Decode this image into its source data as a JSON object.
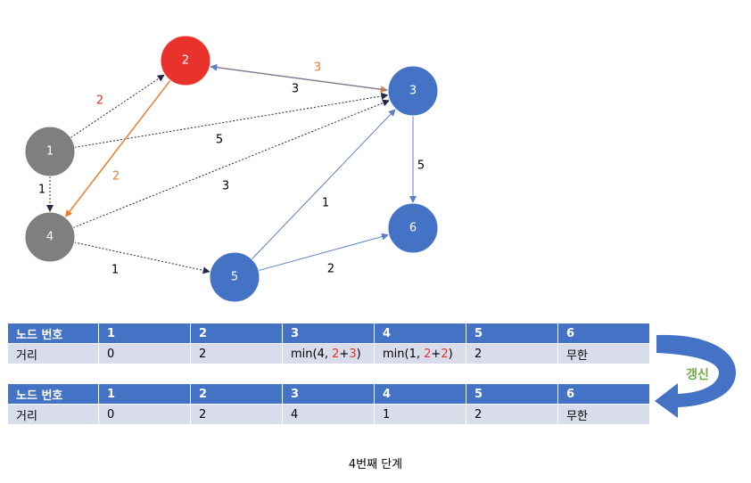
{
  "nodes": [
    {
      "id": "1",
      "label": "1",
      "color": "#7F7F7F"
    },
    {
      "id": "2",
      "label": "2",
      "color": "#E8322B"
    },
    {
      "id": "3",
      "label": "3",
      "color": "#4472C4"
    },
    {
      "id": "4",
      "label": "4",
      "color": "#7F7F7F"
    },
    {
      "id": "5",
      "label": "5",
      "color": "#4472C4"
    },
    {
      "id": "6",
      "label": "6",
      "color": "#4472C4"
    }
  ],
  "edges": [
    {
      "from": "1",
      "to": "2",
      "weight": "2",
      "style": "visited",
      "label_color": "#E8322B"
    },
    {
      "from": "1",
      "to": "3",
      "weight": "5",
      "style": "visited",
      "label_color": "#000000"
    },
    {
      "from": "1",
      "to": "4",
      "weight": "1",
      "style": "visited",
      "label_color": "#000000"
    },
    {
      "from": "2",
      "to": "3",
      "weight": "3",
      "style": "active",
      "label_color": "#ED7D31"
    },
    {
      "from": "2",
      "to": "4",
      "weight": "2",
      "style": "active",
      "label_color": "#ED7D31"
    },
    {
      "from": "3",
      "to": "2",
      "weight": "3",
      "style": "normal",
      "label_color": "#000000"
    },
    {
      "from": "3",
      "to": "6",
      "weight": "5",
      "style": "normal",
      "label_color": "#000000"
    },
    {
      "from": "4",
      "to": "3",
      "weight": "3",
      "style": "visited",
      "label_color": "#000000"
    },
    {
      "from": "4",
      "to": "5",
      "weight": "1",
      "style": "visited",
      "label_color": "#000000"
    },
    {
      "from": "5",
      "to": "3",
      "weight": "1",
      "style": "normal",
      "label_color": "#000000"
    },
    {
      "from": "5",
      "to": "6",
      "weight": "2",
      "style": "normal",
      "label_color": "#000000"
    }
  ],
  "edge_colors": {
    "visited": "#1F2A44",
    "active": "#ED7D31",
    "normal": "#5B7FC4"
  },
  "tables": {
    "before": {
      "header": [
        "노드 번호",
        "1",
        "2",
        "3",
        "4",
        "5",
        "6"
      ],
      "row_label": "거리",
      "values": [
        [
          {
            "t": "0"
          }
        ],
        [
          {
            "t": "2"
          }
        ],
        [
          {
            "t": "min(4, "
          },
          {
            "t": "2",
            "c": "red"
          },
          {
            "t": "+"
          },
          {
            "t": "3",
            "c": "red"
          },
          {
            "t": ")"
          }
        ],
        [
          {
            "t": "min(1, "
          },
          {
            "t": "2",
            "c": "red"
          },
          {
            "t": "+"
          },
          {
            "t": "2",
            "c": "red"
          },
          {
            "t": ")"
          }
        ],
        [
          {
            "t": "2"
          }
        ],
        [
          {
            "t": "무한"
          }
        ]
      ]
    },
    "after": {
      "header": [
        "노드 번호",
        "1",
        "2",
        "3",
        "4",
        "5",
        "6"
      ],
      "row_label": "거리",
      "values": [
        "0",
        "2",
        "4",
        "1",
        "2",
        "무한"
      ]
    }
  },
  "update_label": "갱신",
  "update_label_color": "#70AD47",
  "update_arrow_color": "#4472C4",
  "caption": "4번째 단계"
}
